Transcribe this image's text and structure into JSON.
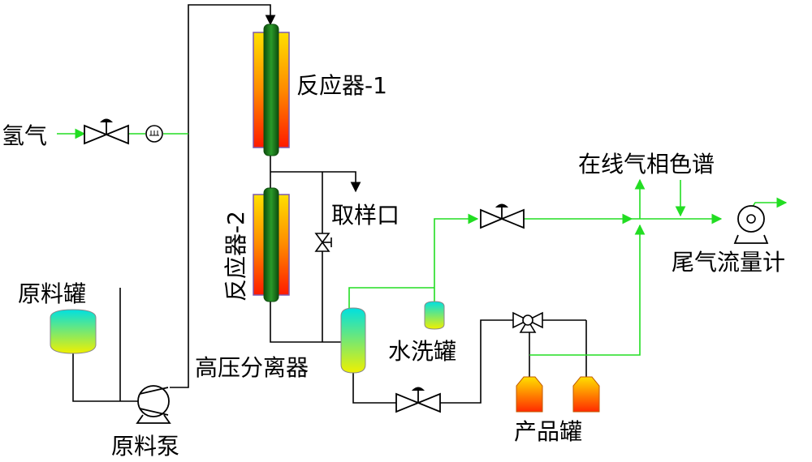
{
  "labels": {
    "hydrogen": "氢气",
    "reactor1": "反应器-1",
    "reactor2": "反应器-2",
    "sampling_port": "取样口",
    "feed_tank": "原料罐",
    "feed_pump": "原料泵",
    "hp_separator": "高压分离器",
    "wash_tank": "水洗罐",
    "product_tank": "产品罐",
    "online_gc": "在线气相色谱",
    "tail_gas_meter": "尾气流量计"
  },
  "colors": {
    "process_line": "#000000",
    "gas_line": "#22dd22",
    "reactor_core": "#1f7a1f",
    "heater_hot": "#ff1a00",
    "heater_warm": "#ffe000",
    "tank_top": "#00e0e0",
    "tank_bottom": "#f0f000"
  }
}
